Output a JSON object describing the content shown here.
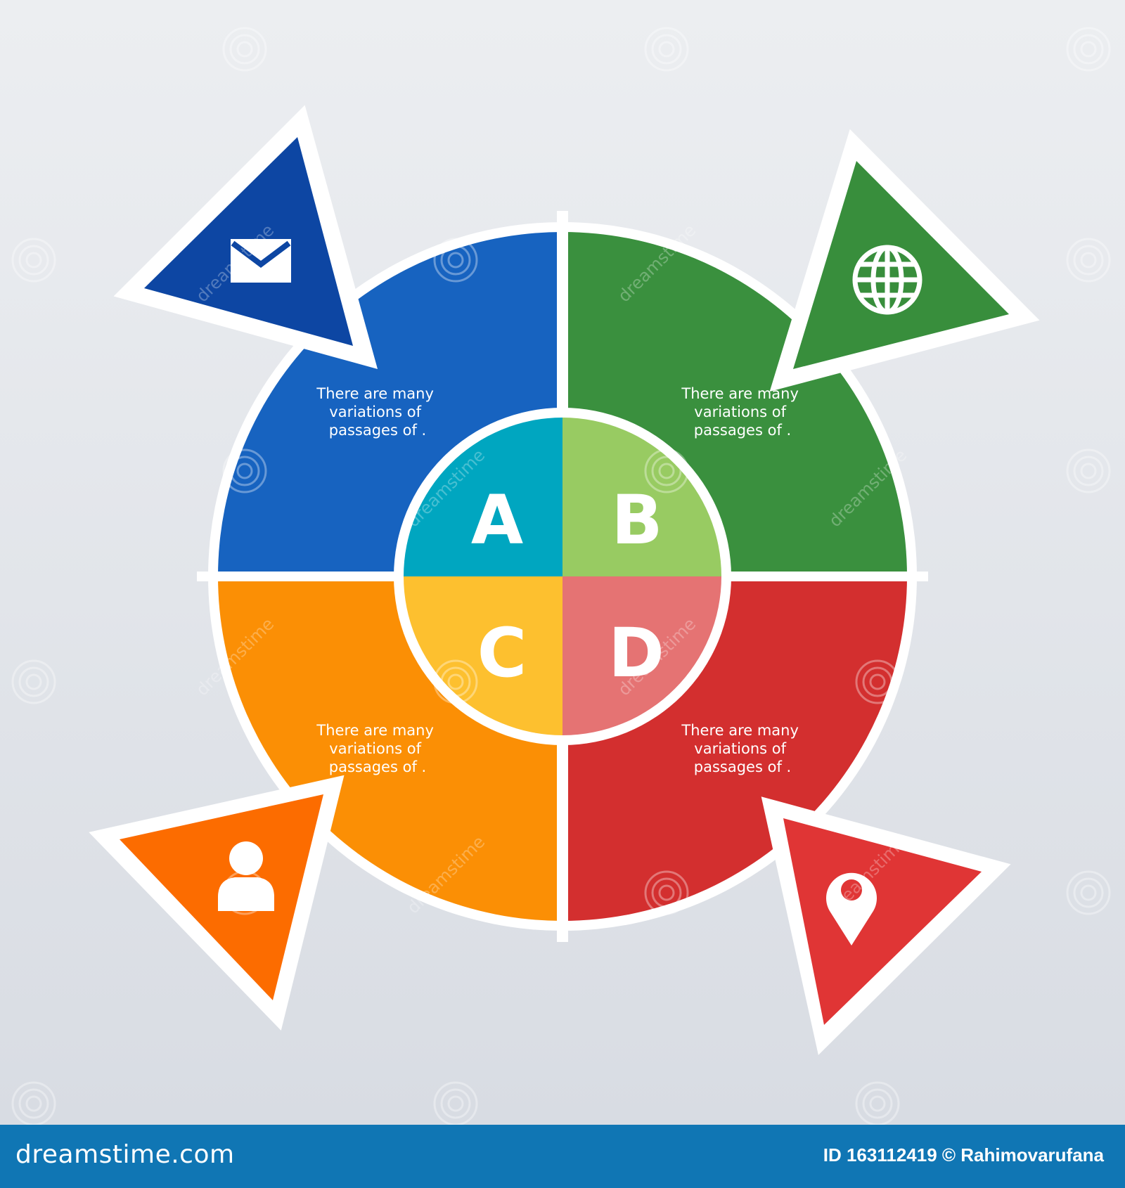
{
  "colors": {
    "background": "#e6e8ec",
    "blue": "#1763c0",
    "green": "#3a903e",
    "orange": "#fb8f05",
    "red": "#d32f2f",
    "inner_teal": "#00a6c0",
    "inner_lightgreen": "#98cb62",
    "inner_yellow": "#fdc02f",
    "inner_pink": "#e57373",
    "arrow_darkblue": "#0d46a3",
    "arrow_green": "#388e3c",
    "arrow_orange": "#fc6c00",
    "arrow_red": "#e03535",
    "footer": "#1076b4",
    "stroke": "#ffffff"
  },
  "segments": [
    {
      "id": "blue",
      "text_lines": [
        "There are many",
        "variations of",
        "passages of ."
      ]
    },
    {
      "id": "green",
      "text_lines": [
        "There are many",
        "variations of",
        "passages of ."
      ]
    },
    {
      "id": "orange",
      "text_lines": [
        "There are many",
        "variations of",
        "passages of ."
      ]
    },
    {
      "id": "red",
      "text_lines": [
        "There are many",
        "variations of",
        "passages of ."
      ]
    }
  ],
  "center_letters": [
    "A",
    "B",
    "C",
    "D"
  ],
  "arrows": [
    {
      "id": "top-left",
      "icon": "envelope-icon"
    },
    {
      "id": "top-right",
      "icon": "globe-icon"
    },
    {
      "id": "bottom-left",
      "icon": "user-icon"
    },
    {
      "id": "bottom-right",
      "icon": "location-pin-icon"
    }
  ],
  "watermark": {
    "text": "dreamstime"
  },
  "footer": {
    "brand": "dreamstime.com",
    "credit": "ID 163112419 © Rahimovarufana"
  }
}
